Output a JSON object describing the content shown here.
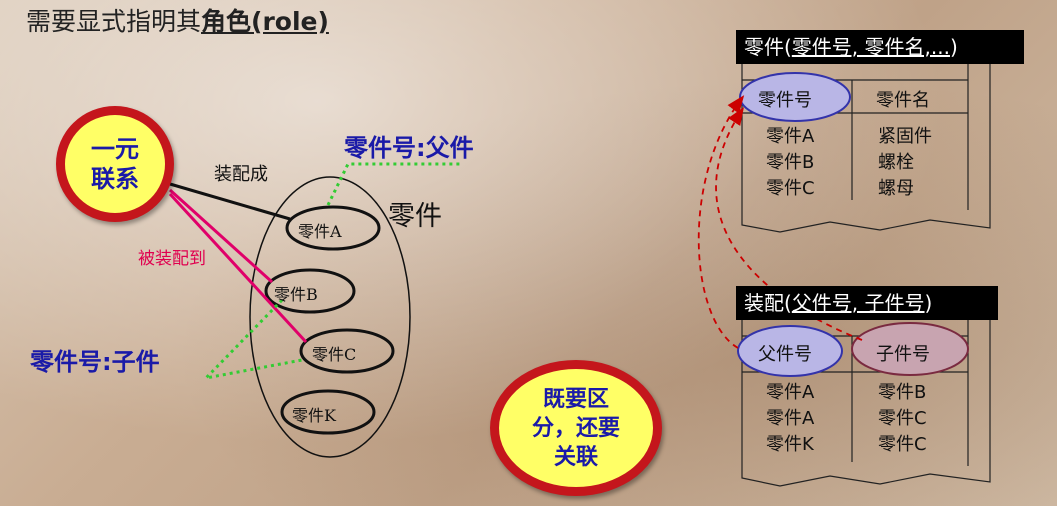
{
  "title": {
    "prefix": "需要显式指明其",
    "strong": "角色(role)"
  },
  "badges": {
    "unary": [
      "一元",
      "联系"
    ],
    "distinguish": [
      "既要区",
      "分，还要",
      "关联"
    ]
  },
  "labels": {
    "assembled_into": "装配成",
    "assembled_to": "被装配到",
    "parent_role": "零件号:父件",
    "child_role": "零件号:子件",
    "entity_name": "零件"
  },
  "entity_instances": [
    "零件A",
    "零件B",
    "零件C",
    "零件K"
  ],
  "parts_table": {
    "title_prefix": "零件(",
    "title_attrs": "零件号, 零件名,...",
    "title_suffix": ")",
    "headers": [
      "零件号",
      "零件名"
    ],
    "rows": [
      [
        "零件A",
        "紧固件"
      ],
      [
        "零件B",
        "螺栓"
      ],
      [
        "零件C",
        "螺母"
      ]
    ]
  },
  "assembly_table": {
    "title_prefix": "装配(",
    "title_attrs": "父件号, 子件号",
    "title_suffix": ")",
    "headers": [
      "父件号",
      "子件号"
    ],
    "rows": [
      [
        "零件A",
        "零件B"
      ],
      [
        "零件A",
        "零件C"
      ],
      [
        "零件K",
        "零件C"
      ]
    ]
  },
  "colors": {
    "badge_fill": "#ffff66",
    "badge_border": "#c4161c",
    "badge_text": "#1a1aa8",
    "role_text": "#1a1aa8",
    "dotted_link": "#33cc33",
    "pink_line": "#e0006a",
    "fk_arrow": "#cc0000",
    "parent_col_fill": "#b9b6e6",
    "child_col_fill": "#c8a4b0"
  },
  "icons": [
    "black-ellipse",
    "black-line",
    "dotted-green-line",
    "dashed-red-arrow"
  ]
}
